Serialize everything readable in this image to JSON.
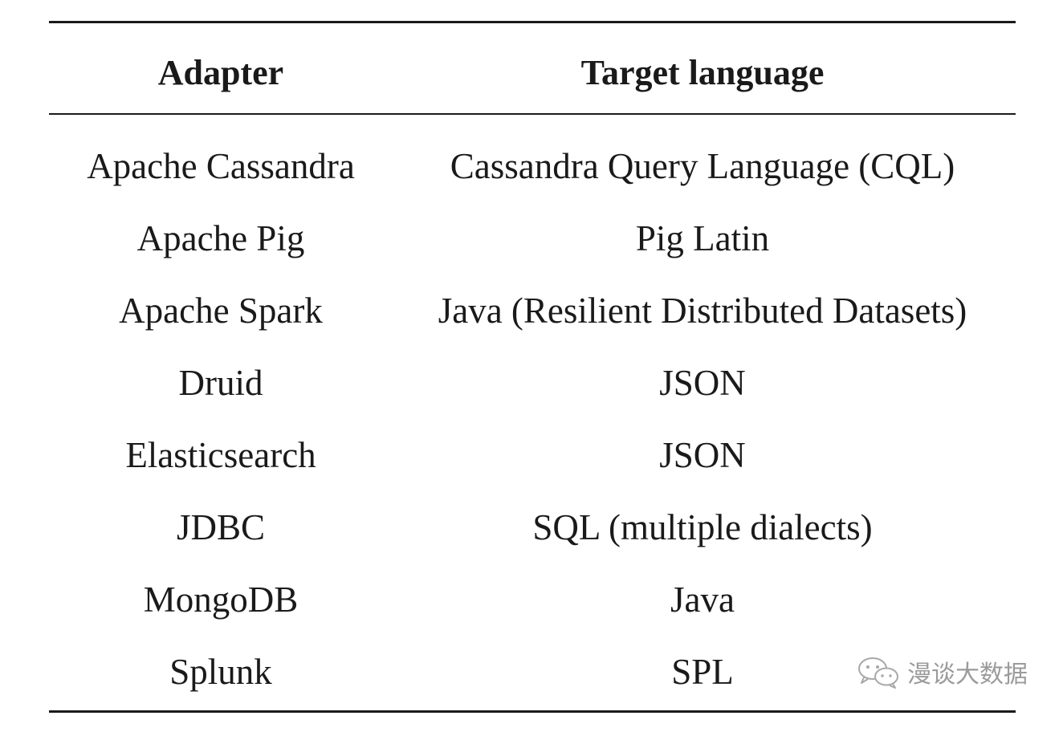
{
  "table": {
    "headers": {
      "adapter": "Adapter",
      "target": "Target language"
    },
    "rows": [
      {
        "adapter": "Apache Cassandra",
        "target": "Cassandra Query Language (CQL)"
      },
      {
        "adapter": "Apache Pig",
        "target": "Pig Latin"
      },
      {
        "adapter": "Apache Spark",
        "target": "Java (Resilient Distributed Datasets)"
      },
      {
        "adapter": "Druid",
        "target": "JSON"
      },
      {
        "adapter": "Elasticsearch",
        "target": "JSON"
      },
      {
        "adapter": "JDBC",
        "target": "SQL (multiple dialects)"
      },
      {
        "adapter": "MongoDB",
        "target": "Java"
      },
      {
        "adapter": "Splunk",
        "target": "SPL"
      }
    ]
  },
  "watermark": {
    "icon": "wechat-icon",
    "text": "漫谈大数据"
  }
}
